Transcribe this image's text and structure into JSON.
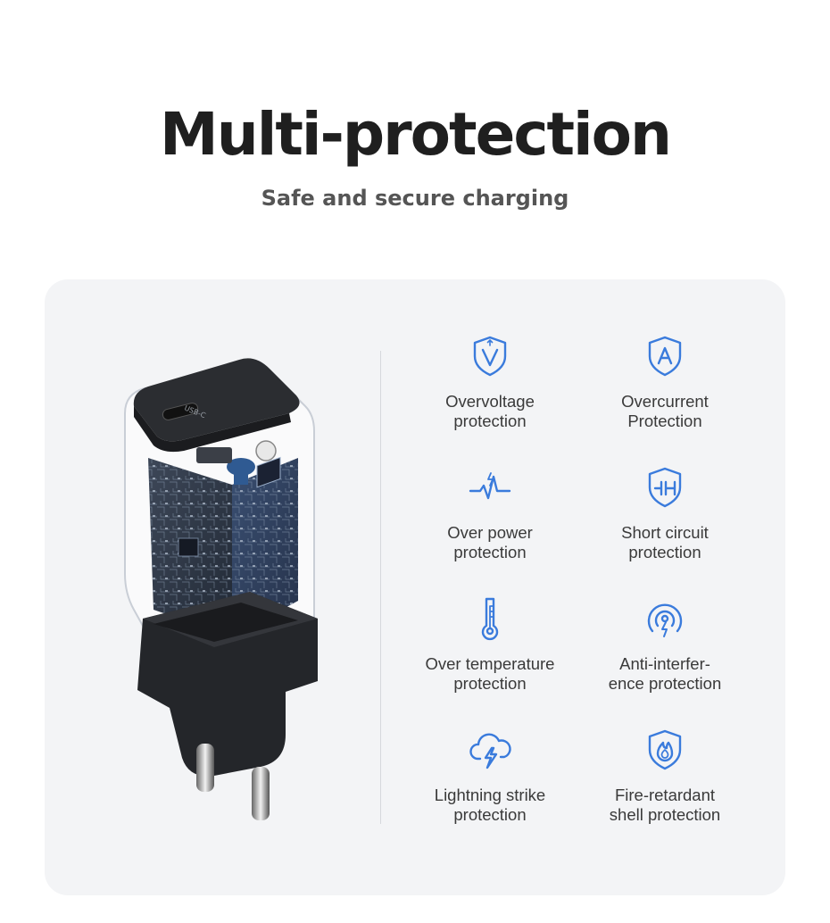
{
  "header": {
    "title": "Multi-protection",
    "subtitle": "Safe and secure charging"
  },
  "product": {
    "port_label": "USB-C"
  },
  "colors": {
    "accent": "#3a7bdc",
    "card_bg": "#f3f4f6",
    "title": "#1f1f1f"
  },
  "features": [
    {
      "label": "Overvoltage\nprotection",
      "icon": "shield-v-icon"
    },
    {
      "label": "Overcurrent\nProtection",
      "icon": "shield-a-icon"
    },
    {
      "label": "Over power\nprotection",
      "icon": "power-pulse-icon"
    },
    {
      "label": "Short circuit\nprotection",
      "icon": "shield-circuit-icon"
    },
    {
      "label": "Over temperature\nprotection",
      "icon": "thermometer-icon"
    },
    {
      "label": "Anti-interfer-\nence protection",
      "icon": "signal-icon"
    },
    {
      "label": "Lightning strike\nprotection",
      "icon": "cloud-lightning-icon"
    },
    {
      "label": "Fire-retardant\nshell protection",
      "icon": "shield-fire-icon"
    }
  ]
}
